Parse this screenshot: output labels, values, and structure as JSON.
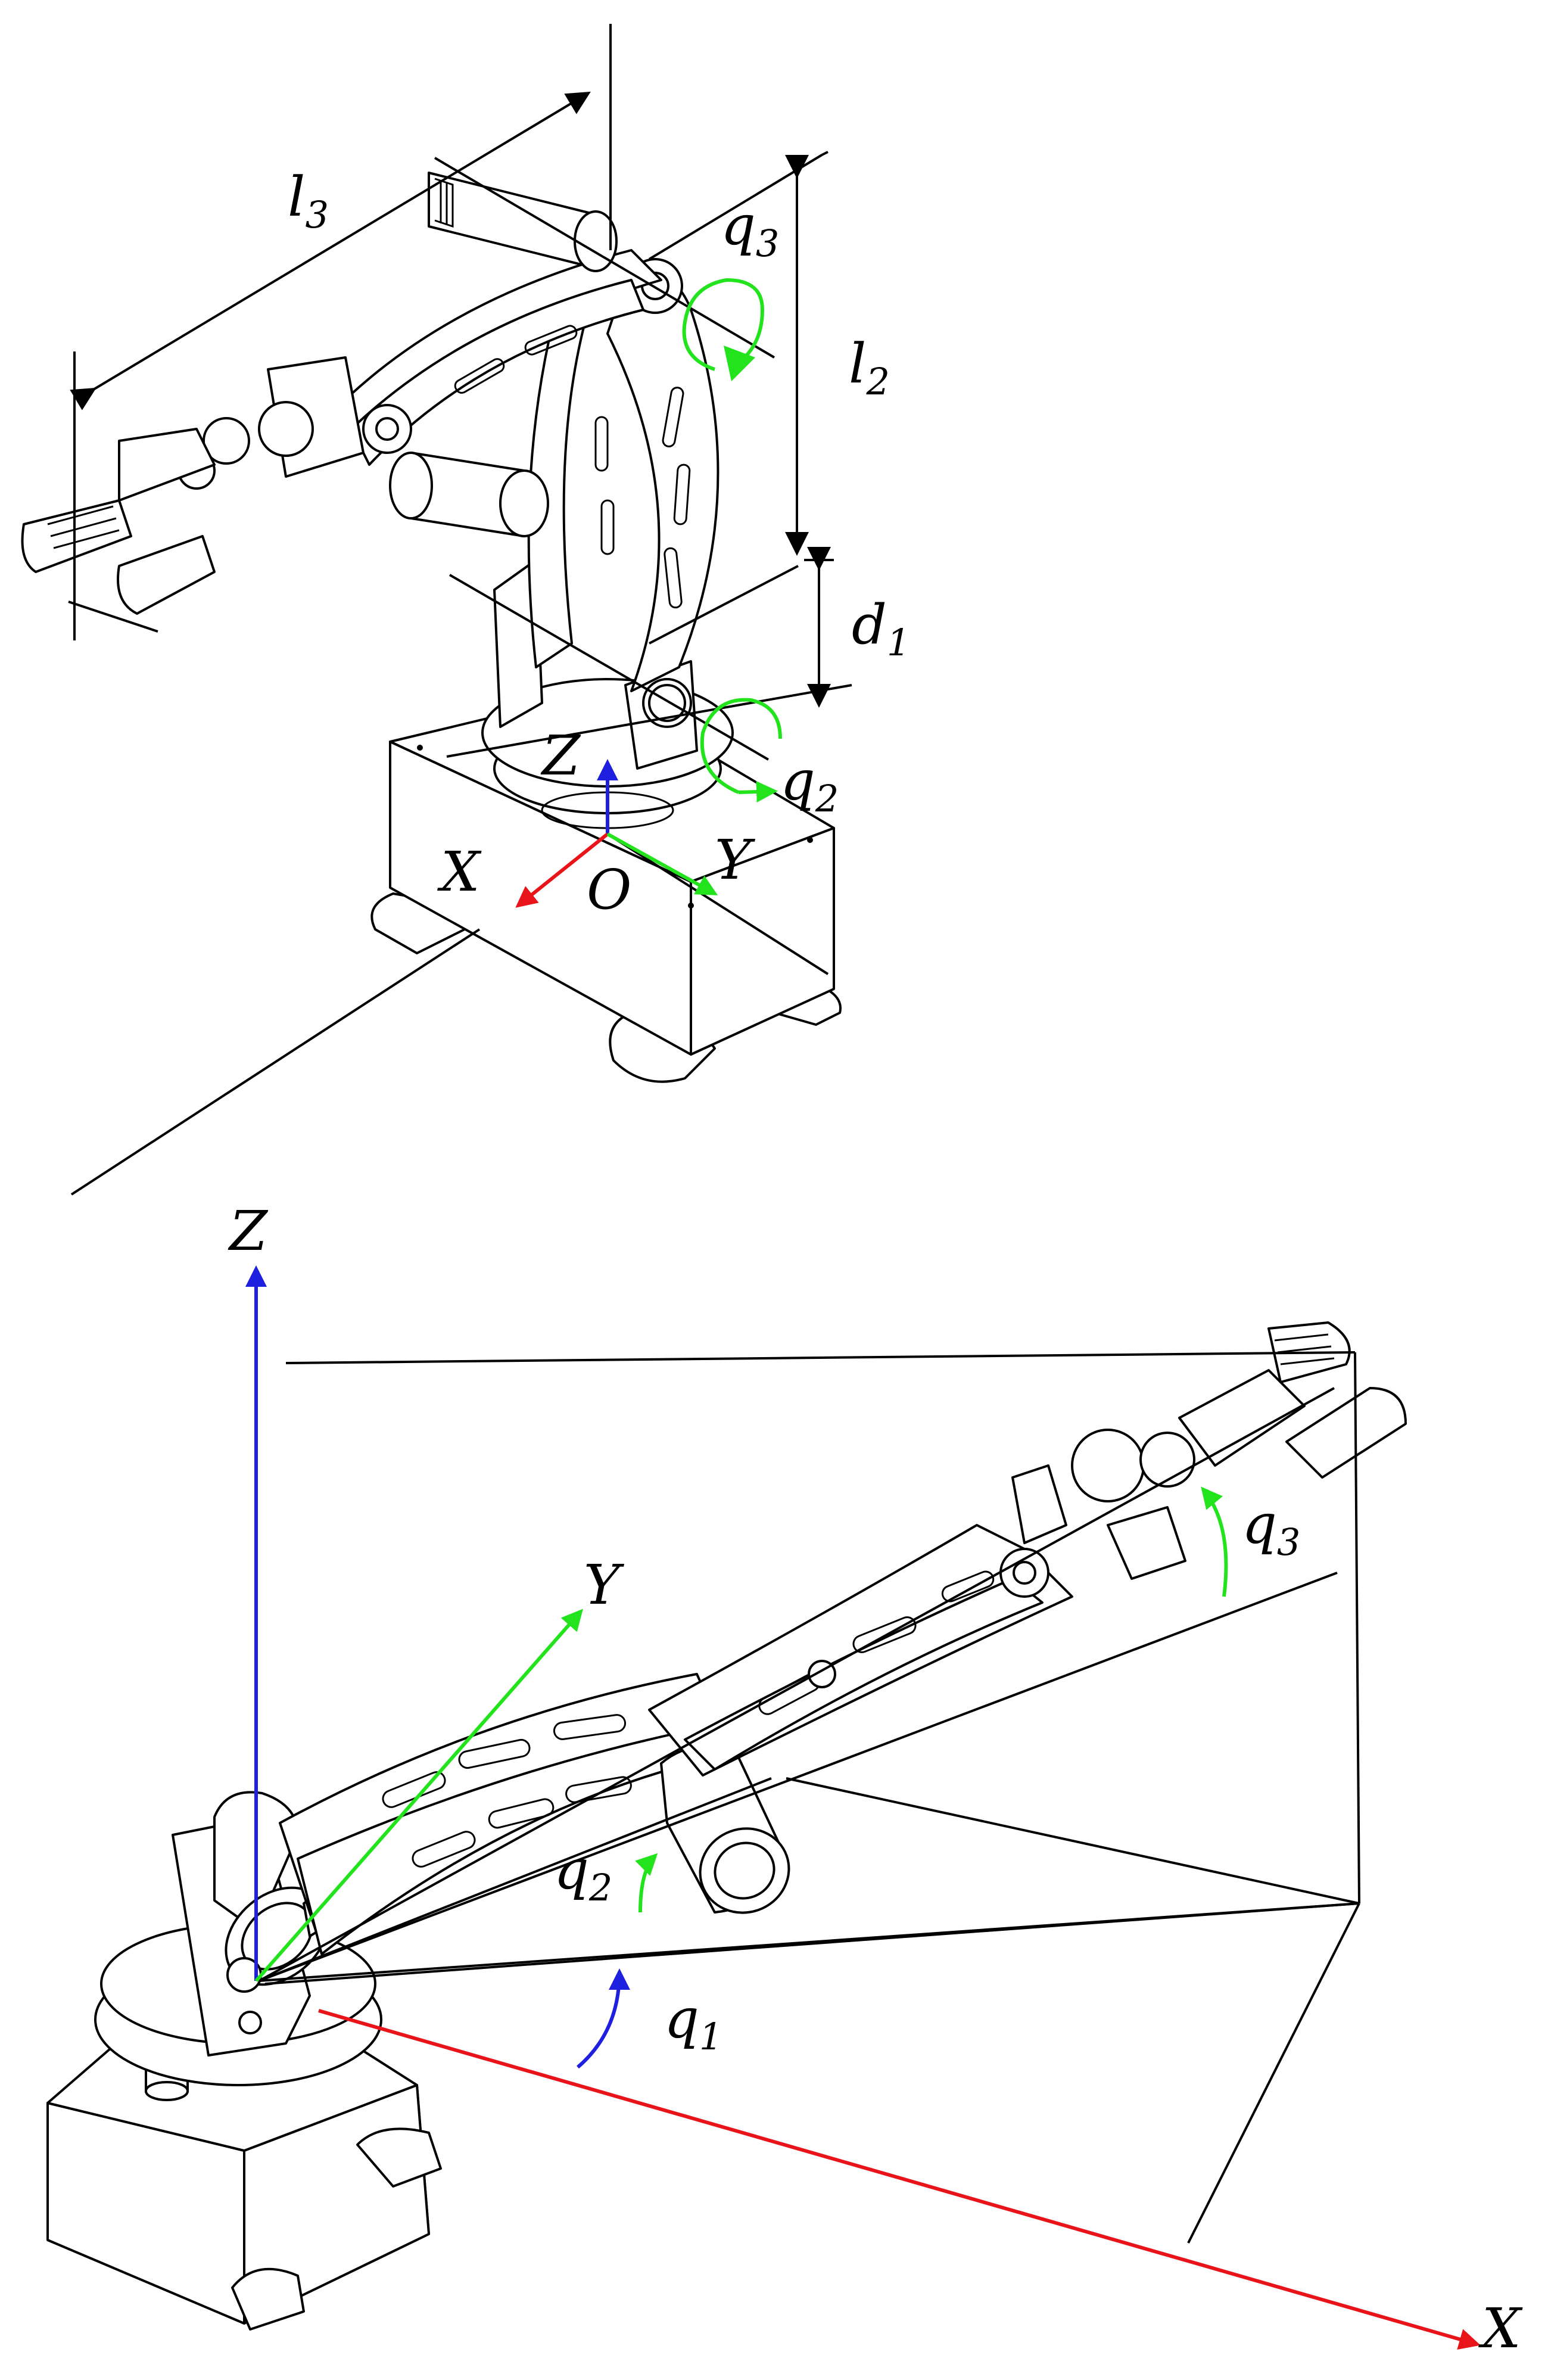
{
  "top_diagram": {
    "labels": {
      "l3": {
        "base": "l",
        "sub": "3"
      },
      "q3": {
        "base": "q",
        "sub": "3"
      },
      "l2": {
        "base": "l",
        "sub": "2"
      },
      "d1": {
        "base": "d",
        "sub": "1"
      },
      "q2": {
        "base": "q",
        "sub": "2"
      },
      "Z": "Z",
      "X": "X",
      "Y": "Y",
      "O": "O"
    }
  },
  "bottom_diagram": {
    "labels": {
      "Z": "Z",
      "Y": "Y",
      "X": "X",
      "q1": {
        "base": "q",
        "sub": "1"
      },
      "q2": {
        "base": "q",
        "sub": "2"
      },
      "q3": {
        "base": "q",
        "sub": "3"
      }
    }
  },
  "colors": {
    "x_axis": "#e8141a",
    "y_axis": "#22e31c",
    "z_axis": "#1f1fe0",
    "joint_rotation": "#22e31c",
    "q1_rotation": "#1f1fe0",
    "lines": "#000000"
  }
}
